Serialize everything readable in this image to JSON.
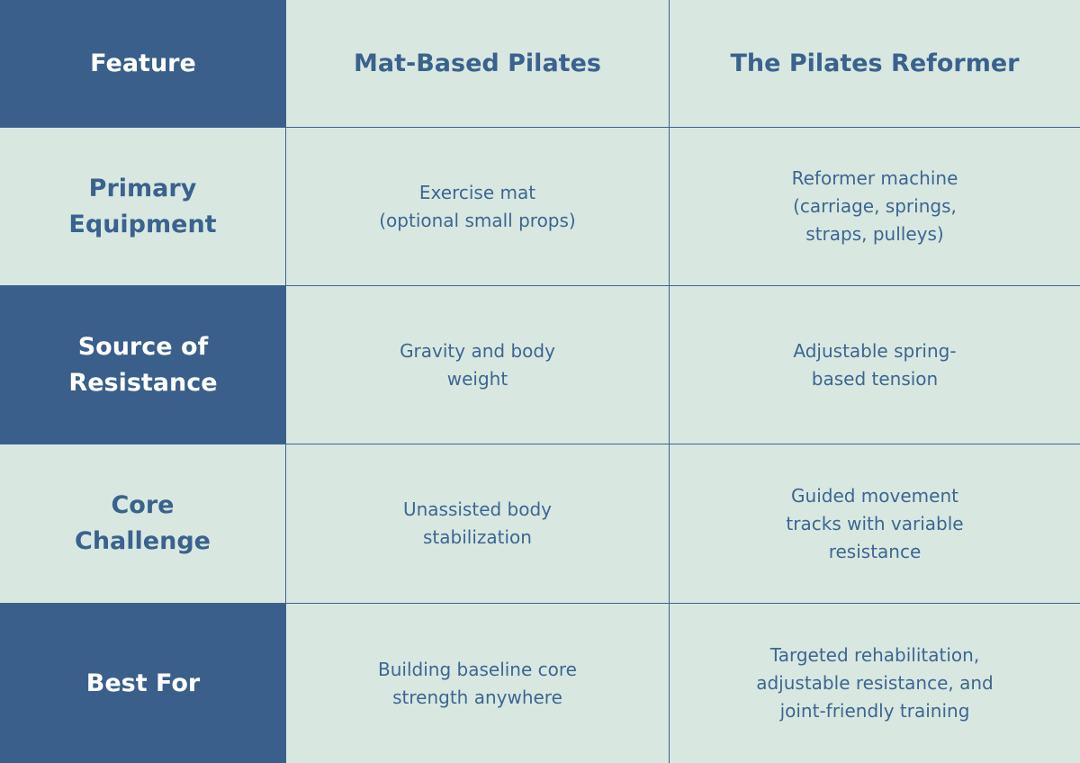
{
  "header": {
    "feature": "Feature",
    "mat": "Mat-Based Pilates",
    "reformer": "The Pilates Reformer"
  },
  "rows": [
    {
      "feature": "Primary\nEquipment",
      "mat": "Exercise mat\n(optional small props)",
      "reformer": "Reformer machine\n(carriage, springs,\nstraps, pulleys)"
    },
    {
      "feature": "Source of\nResistance",
      "mat": "Gravity and body\nweight",
      "reformer": "Adjustable spring-\nbased tension"
    },
    {
      "feature": "Core\nChallenge",
      "mat": "Unassisted body\nstabilization",
      "reformer": "Guided movement\ntracks with variable\nresistance"
    },
    {
      "feature": "Best For",
      "mat": "Building baseline core\nstrength anywhere",
      "reformer": "Targeted rehabilitation,\nadjustable resistance, and\njoint-friendly training"
    }
  ],
  "colors": {
    "background": "#d8e8e1",
    "dark_cell": "#395f8a",
    "text_blue": "#3a628d",
    "grid_line": "#3d648f"
  }
}
